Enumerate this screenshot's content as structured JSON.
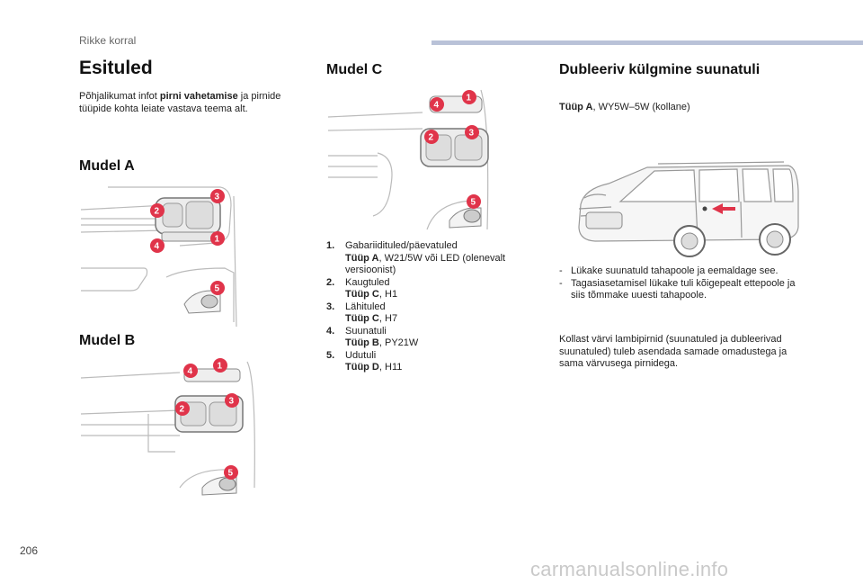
{
  "header": {
    "section": "Rikke korral"
  },
  "page_number": "206",
  "watermark": "carmanualsonline.info",
  "title": "Esituled",
  "intro": {
    "prefix": "Põhjalikumat infot ",
    "bold": "pirni vahetamise",
    "suffix": " ja pirnide tüüpide kohta leiate vastava teema alt."
  },
  "model_a": {
    "heading": "Mudel A"
  },
  "model_b": {
    "heading": "Mudel B"
  },
  "model_c": {
    "heading": "Mudel C"
  },
  "bulb_list": [
    {
      "num": "1.",
      "name": "Gabariidituled/päevatuled",
      "type_label": "Tüüp A",
      "type_rest": ", W21/5W või LED (olenevalt versioonist)"
    },
    {
      "num": "2.",
      "name": "Kaugtuled",
      "type_label": "Tüüp C",
      "type_rest": ", H1"
    },
    {
      "num": "3.",
      "name": "Lähituled",
      "type_label": "Tüüp C",
      "type_rest": ", H7"
    },
    {
      "num": "4.",
      "name": "Suunatuli",
      "type_label": "Tüüp B",
      "type_rest": ", PY21W"
    },
    {
      "num": "5.",
      "name": "Udutuli",
      "type_label": "Tüüp D",
      "type_rest": ", H11"
    }
  ],
  "side_indicator": {
    "heading": "Dubleeriv külgmine suunatuli",
    "type_label": "Tüüp A",
    "type_rest": ", WY5W–5W (kollane)",
    "steps": [
      {
        "dash": "-",
        "text": "Lükake suunatuld tahapoole ja eemaldage see."
      },
      {
        "dash": "-",
        "text": "Tagasiasetamisel lükake tuli kõigepealt ettepoole ja siis tõmmake uuesti tahapoole."
      }
    ],
    "note": "Kollast värvi lambipirnid (suunatuled ja dubleerivad suunatuled) tuleb asendada samade omadustega ja sama värvusega pirnidega."
  },
  "badges": {
    "b1": "1",
    "b2": "2",
    "b3": "3",
    "b4": "4",
    "b5": "5"
  },
  "colors": {
    "badge": "#e0344a",
    "header_bar": "#b9c2d8",
    "arrow": "#e0344a"
  }
}
